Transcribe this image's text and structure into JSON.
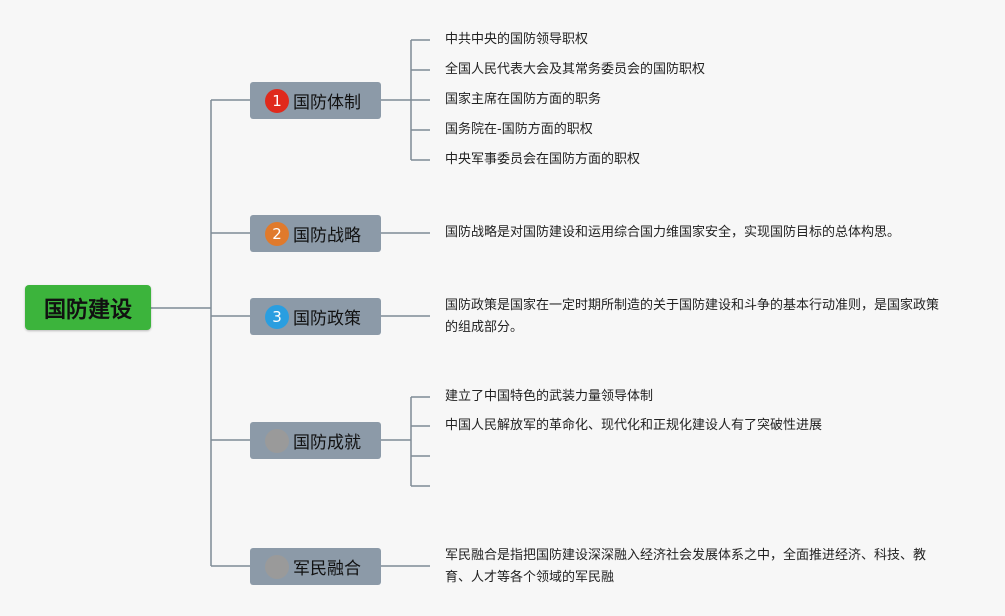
{
  "root": {
    "label": "国防建设"
  },
  "branches": [
    {
      "number": "1",
      "label": "国防体制",
      "badge_color": "#e02a1c",
      "leaves": [
        "中共中央的国防领导职权",
        "全国人民代表大会及其常务委员会的国防职权",
        "国家主席在国防方面的职务",
        "国务院在-国防方面的职权",
        "中央军事委员会在国防方面的职权"
      ]
    },
    {
      "number": "2",
      "label": "国防战略",
      "badge_color": "#e07a2c",
      "leaves": [
        "国防战略是对国防建设和运用综合国力维国家安全，实现国防目标的总体构思。"
      ]
    },
    {
      "number": "3",
      "label": "国防政策",
      "badge_color": "#2a9ee0",
      "leaves": [
        "国防政策是国家在一定时期所制造的关于国防建设和斗争的基本行动准则，是国家政策的组成部分。"
      ]
    },
    {
      "number": "",
      "label": "国防成就",
      "badge_color": "#9a9a9a",
      "leaves": [
        "建立了中国特色的武装力量领导体制",
        "中国人民解放军的革命化、现代化和正规化建设人有了突破性进展",
        "",
        ""
      ]
    },
    {
      "number": "",
      "label": "军民融合",
      "badge_color": "#9a9a9a",
      "leaves": [
        "军民融合是指把国防建设深深融入经济社会发展体系之中，全面推进经济、科技、教育、人才等各个领域的军民融"
      ]
    }
  ]
}
